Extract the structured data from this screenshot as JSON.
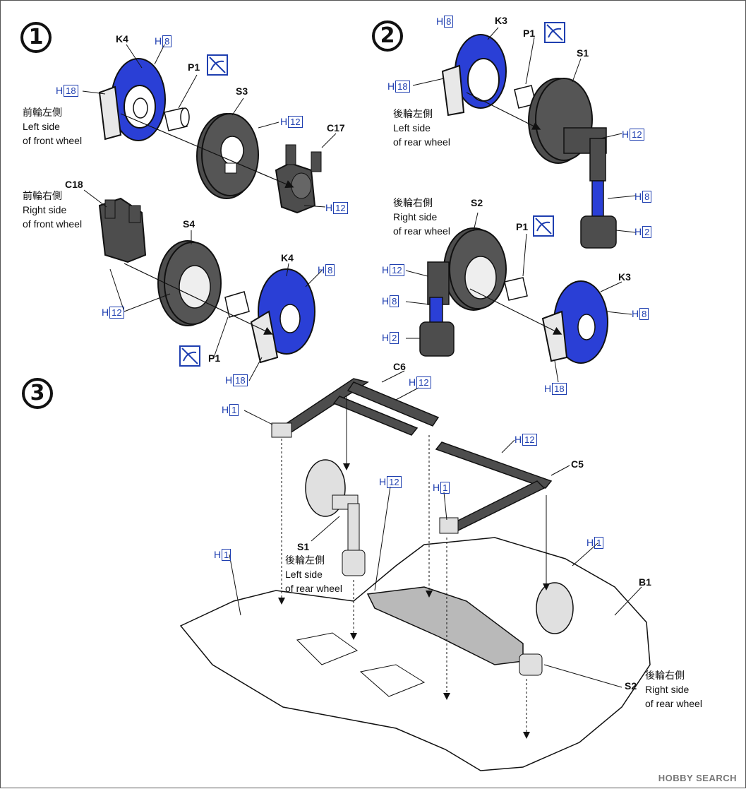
{
  "colors": {
    "blue_part": "#2a3fd6",
    "gray_part": "#4d4d4d",
    "light_gray": "#b9b9b9",
    "code_blue": "#1f3fb0"
  },
  "steps": [
    "1",
    "2",
    "3"
  ],
  "labels": {
    "front_left": {
      "jp": "前輪左側",
      "en1": "Left side",
      "en2": "of front wheel"
    },
    "front_right": {
      "jp": "前輪右側",
      "en1": "Right side",
      "en2": "of front wheel"
    },
    "rear_left": {
      "jp": "後輪左側",
      "en1": "Left side",
      "en2": "of rear wheel"
    },
    "rear_right": {
      "jp": "後輪右側",
      "en1": "Right side",
      "en2": "of rear wheel"
    }
  },
  "parts": {
    "K4": "K4",
    "K3": "K3",
    "P1": "P1",
    "S1": "S1",
    "S2": "S2",
    "S3": "S3",
    "S4": "S4",
    "C5": "C5",
    "C6": "C6",
    "C17": "C17",
    "C18": "C18",
    "B1": "B1"
  },
  "hcodes": {
    "H1": "1",
    "H2": "2",
    "H8": "8",
    "H12": "12",
    "H18": "18",
    "letter": "H"
  },
  "icons": [
    "no-paint-icon",
    "arrow-icon"
  ],
  "watermark": "HOBBY SEARCH"
}
